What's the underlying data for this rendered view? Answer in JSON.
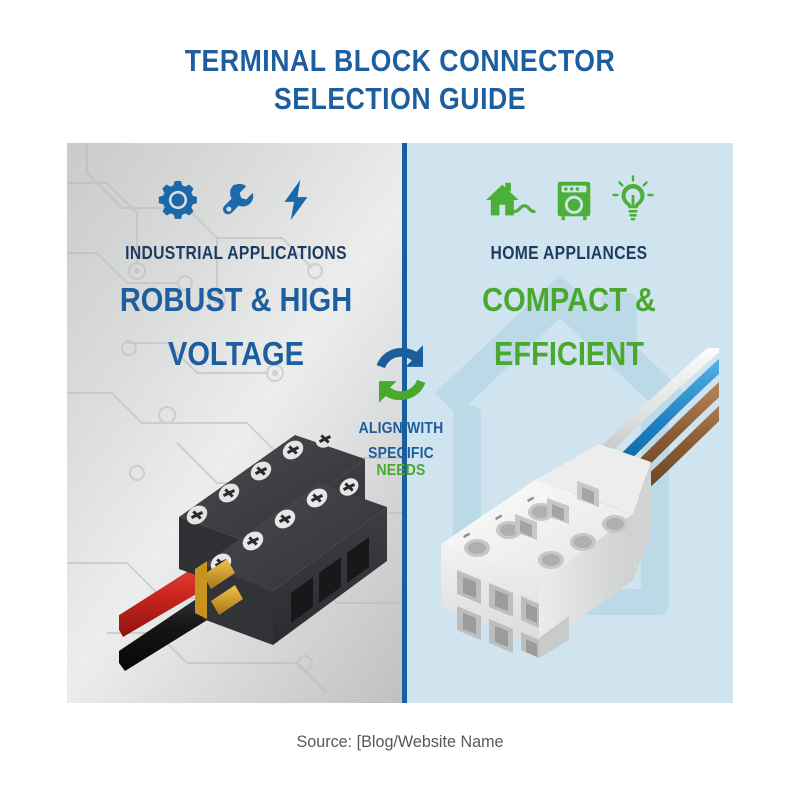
{
  "title": {
    "line1": "TERMINAL BLOCK CONNECTOR",
    "line2": "SELECTION GUIDE",
    "color": "#1c5e9e"
  },
  "panels": {
    "left": {
      "name": "industrial",
      "eyebrow": "INDUSTRIAL APPLICATIONS",
      "headline_line1": "ROBUST & HIGH",
      "headline_line2": "VOLTAGE",
      "accent_color": "#1c5e9e",
      "background_color": "#dcdddd",
      "icons": [
        "gear-icon",
        "wrench-icon",
        "lightning-bolt-icon"
      ],
      "photo_alt": "black-screw-terminal-block-with-red-and-black-wires"
    },
    "right": {
      "name": "home",
      "eyebrow": "HOME APPLIANCES",
      "headline_line1": "COMPACT &",
      "headline_line2": "EFFICIENT",
      "accent_color": "#4aa82e",
      "background_color": "#cfe4ef",
      "icons": [
        "house-plug-icon",
        "washing-machine-icon",
        "light-bulb-icon"
      ],
      "photo_alt": "white-push-in-terminal-block-with-white-blue-brown-wires"
    }
  },
  "center_badge": {
    "icon": "sync-arrows-icon",
    "line1": "ALIGN WITH",
    "line2_part1": "SPECIFIC ",
    "line2_part2": "NEEDS",
    "arrow_top_color": "#1b5e9c",
    "arrow_bottom_color": "#4aa82e"
  },
  "divider": {
    "color": "#1b5e9c"
  },
  "footer": {
    "source_text": "Source: [Blog/Website Name"
  }
}
